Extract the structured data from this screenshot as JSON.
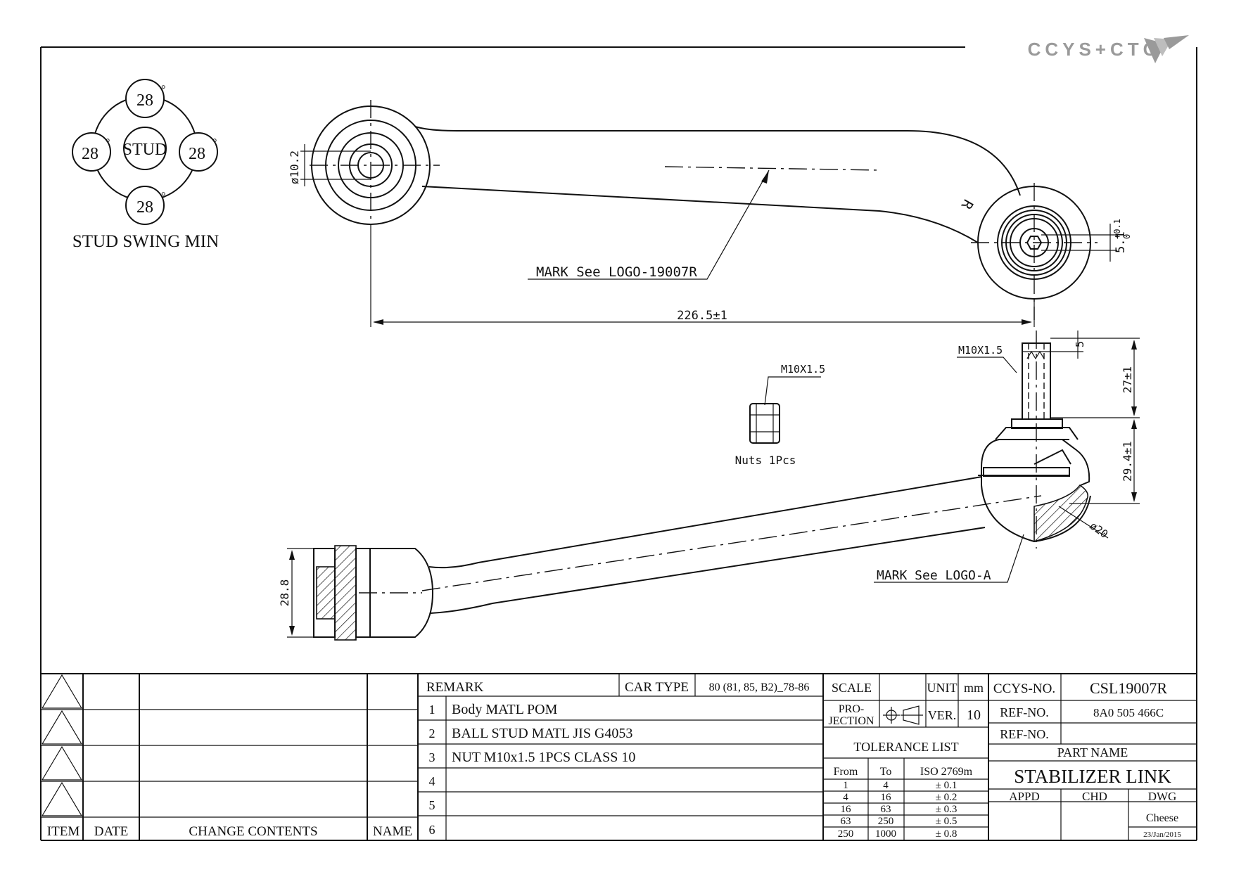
{
  "brand": {
    "logo_text": "CCYS+CTC"
  },
  "stud_swing": {
    "top": "28",
    "left": "28",
    "right": "28",
    "bottom": "28",
    "degree_symbol": "°",
    "center": "STUD",
    "caption": "STUD SWING MIN"
  },
  "top_view": {
    "dim_eye_dia": "ø10.2",
    "mark_note": "MARK See LOGO-19007R",
    "side_letter": "R",
    "dim_length": "226.5±1",
    "dim_hex_base": "5.1",
    "dim_hex_tol_upper": "+0.1",
    "dim_hex_tol_lower": "0"
  },
  "side_view": {
    "thread_label": "M10X1.5",
    "dim_thread_top": "5",
    "dim_thread_len": "27±1",
    "dim_ball_height": "29.4±1",
    "dim_ball_dia": "ø20",
    "mark_note": "MARK See LOGO-A",
    "dim_eye_height": "28.8"
  },
  "nut": {
    "thread_label": "M10X1.5",
    "caption": "Nuts 1Pcs"
  },
  "revision_table": {
    "headers": {
      "item": "ITEM",
      "date": "DATE",
      "change": "CHANGE CONTENTS",
      "name": "NAME"
    }
  },
  "remarks": {
    "header": "REMARK",
    "car_type_label": "CAR TYPE",
    "car_type_value": "80 (81, 85, B2)_78-86",
    "rows": [
      {
        "no": "1",
        "text": "Body MATL POM"
      },
      {
        "no": "2",
        "text": "BALL STUD MATL JIS G4053"
      },
      {
        "no": "3",
        "text": "NUT M10x1.5 1PCS CLASS 10"
      },
      {
        "no": "4",
        "text": ""
      },
      {
        "no": "5",
        "text": ""
      },
      {
        "no": "6",
        "text": ""
      }
    ]
  },
  "title_block": {
    "scale_label": "SCALE",
    "scale_value": "",
    "unit_label": "UNIT",
    "unit_value": "mm",
    "projection_label_1": "PRO-",
    "projection_label_2": "JECTION",
    "ver_label": "VER.",
    "ver_value": "10",
    "tolerance_title": "TOLERANCE LIST",
    "tolerance_headers": {
      "from": "From",
      "to": "To",
      "std": "ISO 2769m"
    },
    "tolerance_rows": [
      {
        "from": "1",
        "to": "4",
        "tol": "± 0.1"
      },
      {
        "from": "4",
        "to": "16",
        "tol": "± 0.2"
      },
      {
        "from": "16",
        "to": "63",
        "tol": "± 0.3"
      },
      {
        "from": "63",
        "to": "250",
        "tol": "± 0.5"
      },
      {
        "from": "250",
        "to": "1000",
        "tol": "± 0.8"
      }
    ],
    "ccys_no_label": "CCYS-NO.",
    "ccys_no_value": "CSL19007R",
    "ref_no_label_1": "REF-NO.",
    "ref_no_value_1": "8A0 505 466C",
    "ref_no_label_2": "REF-NO.",
    "ref_no_value_2": "",
    "part_name_label": "PART NAME",
    "part_name_value": "STABILIZER LINK",
    "appd_label": "APPD",
    "chd_label": "CHD",
    "dwg_label": "DWG",
    "dwg_name": "Cheese",
    "dwg_date": "23/Jan/2015"
  }
}
